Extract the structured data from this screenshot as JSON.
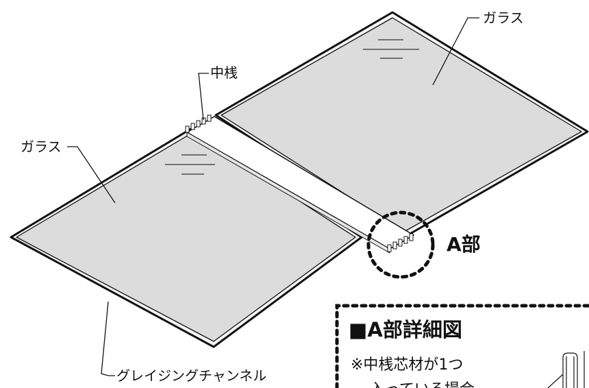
{
  "labels": {
    "glass_right": "ガラス",
    "glass_left": "ガラス",
    "mullion": "中桟",
    "glazing_channel": "グレイジングチャンネル",
    "part_a": "A部"
  },
  "detail_box": {
    "title": "■A部詳細図",
    "note_line1": "※中桟芯材が1つ",
    "note_line2": "入っている場合"
  },
  "colors": {
    "glass_fill": "#dcdcdc",
    "frame_fill": "#f4f4f4",
    "mullion_fill": "#ffffff",
    "line": "#111111"
  }
}
